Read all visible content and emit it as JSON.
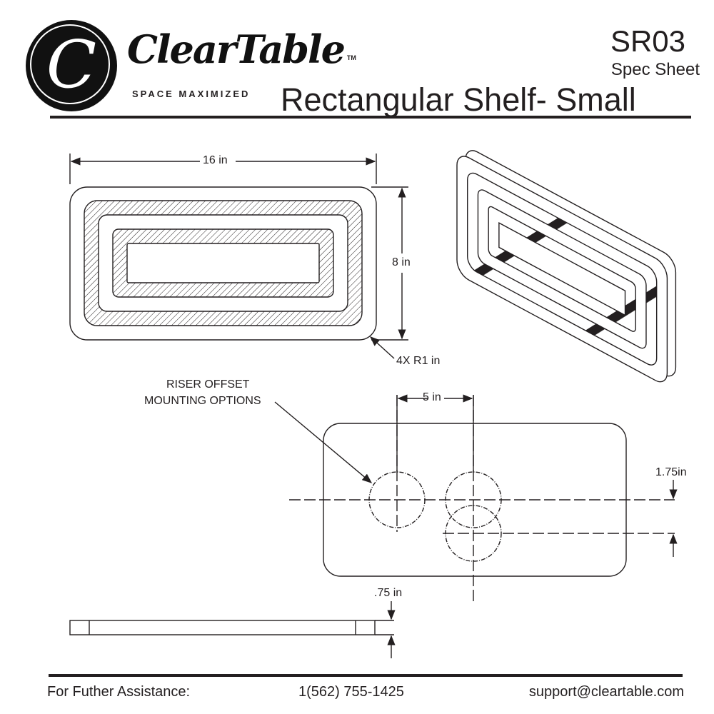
{
  "header": {
    "logo_letter": "C",
    "brand": "ClearTable",
    "trademark": "TM",
    "tagline": "SPACE MAXIMIZED",
    "product_code": "SR03",
    "doc_type": "Spec Sheet",
    "product_name": "Rectangular Shelf- Small"
  },
  "dimensions": {
    "width": "16 in",
    "height": "8 in",
    "corner_radius": "4X R1 in",
    "riser_label_line1": "RISER OFFSET",
    "riser_label_line2": "MOUNTING OPTIONS",
    "hole_spacing": "5 in",
    "offset": "1.75in",
    "thickness": ".75 in"
  },
  "footer": {
    "assist_label": "For Futher Assistance:",
    "phone": "1(562) 755-1425",
    "email": "support@cleartable.com"
  }
}
